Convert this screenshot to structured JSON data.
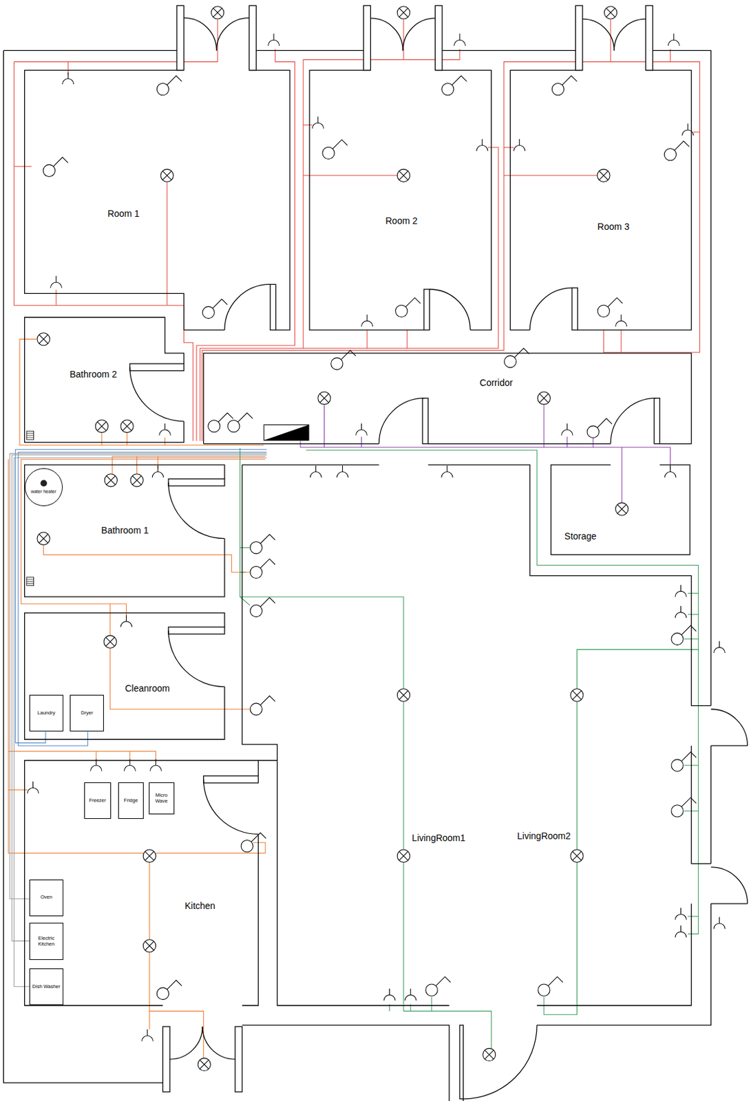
{
  "diagram": {
    "nodes": [
      {
        "text": [
          "Room 1"
        ]
      },
      {
        "text": [
          "Room 2"
        ]
      },
      {
        "text": [
          "Room 3"
        ]
      },
      {
        "text": [
          "Bathroom 2"
        ]
      },
      {
        "text": [
          "Corridor"
        ]
      },
      {
        "text": [
          "Bathroom 1"
        ]
      },
      {
        "text": [
          "water heater"
        ],
        "in": 5
      },
      {
        "text": [
          "Storage"
        ]
      },
      {
        "text": [
          "Cleanroom"
        ]
      },
      {
        "text": [
          "Laundry"
        ],
        "in": 8
      },
      {
        "text": [
          "Dryer"
        ],
        "in": 8
      },
      {
        "text": [
          "Kitchen"
        ]
      },
      {
        "text": [
          "Freezer"
        ],
        "in": 11
      },
      {
        "text": [
          "Fridge"
        ],
        "in": 11
      },
      {
        "text": [
          "Micro Wave"
        ],
        "in": 11
      },
      {
        "text": [
          "Oven"
        ],
        "in": 11
      },
      {
        "text": [
          "Electric Kitchen"
        ],
        "in": 11
      },
      {
        "text": [
          "Dish Washer"
        ],
        "in": 11
      },
      {
        "text": [
          "LivingRoom1"
        ]
      },
      {
        "text": [
          "LivingRoom2"
        ]
      }
    ]
  }
}
